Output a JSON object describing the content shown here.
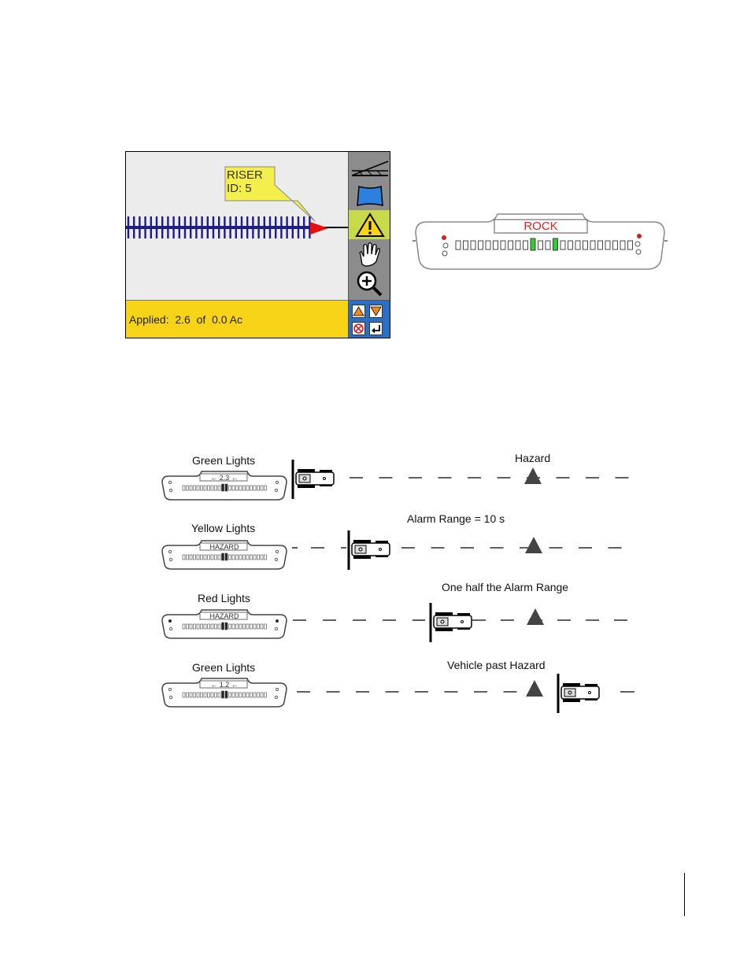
{
  "screen": {
    "callout": "RISER\nID: 5",
    "applied_text": "Applied:  2.6  of  0.0 Ac",
    "side_icons": [
      "boom-icon",
      "field-boundary-icon",
      "hazard-warning-icon",
      "hand-icon",
      "zoom-in-icon"
    ],
    "nav_icons": [
      "up-arrow-icon",
      "down-arrow-icon",
      "cancel-icon",
      "enter-icon"
    ],
    "colors": {
      "status_bar": "#f7d417",
      "coverage": "#1c1c8c",
      "marker": "#e81010",
      "nav_panel": "#2a6fc4",
      "selected_icon_bg": "#c8d94a"
    }
  },
  "lightbar": {
    "message": "ROCK",
    "colors": {
      "message": "#e02020",
      "active_led": "#33cc33",
      "indicator": "#cc2222"
    }
  },
  "diagram": {
    "rows": [
      {
        "light_label": "Green Lights",
        "display": "← 2.3 ←",
        "annotation": "Hazard"
      },
      {
        "light_label": "Yellow Lights",
        "display": "HAZARD",
        "annotation": "Alarm Range = 10 s"
      },
      {
        "light_label": "Red Lights",
        "display": "HAZARD",
        "annotation": "One half the Alarm Range"
      },
      {
        "light_label": "Green Lights",
        "display": "← 1.2 ←",
        "annotation": "Vehicle past Hazard"
      }
    ]
  }
}
